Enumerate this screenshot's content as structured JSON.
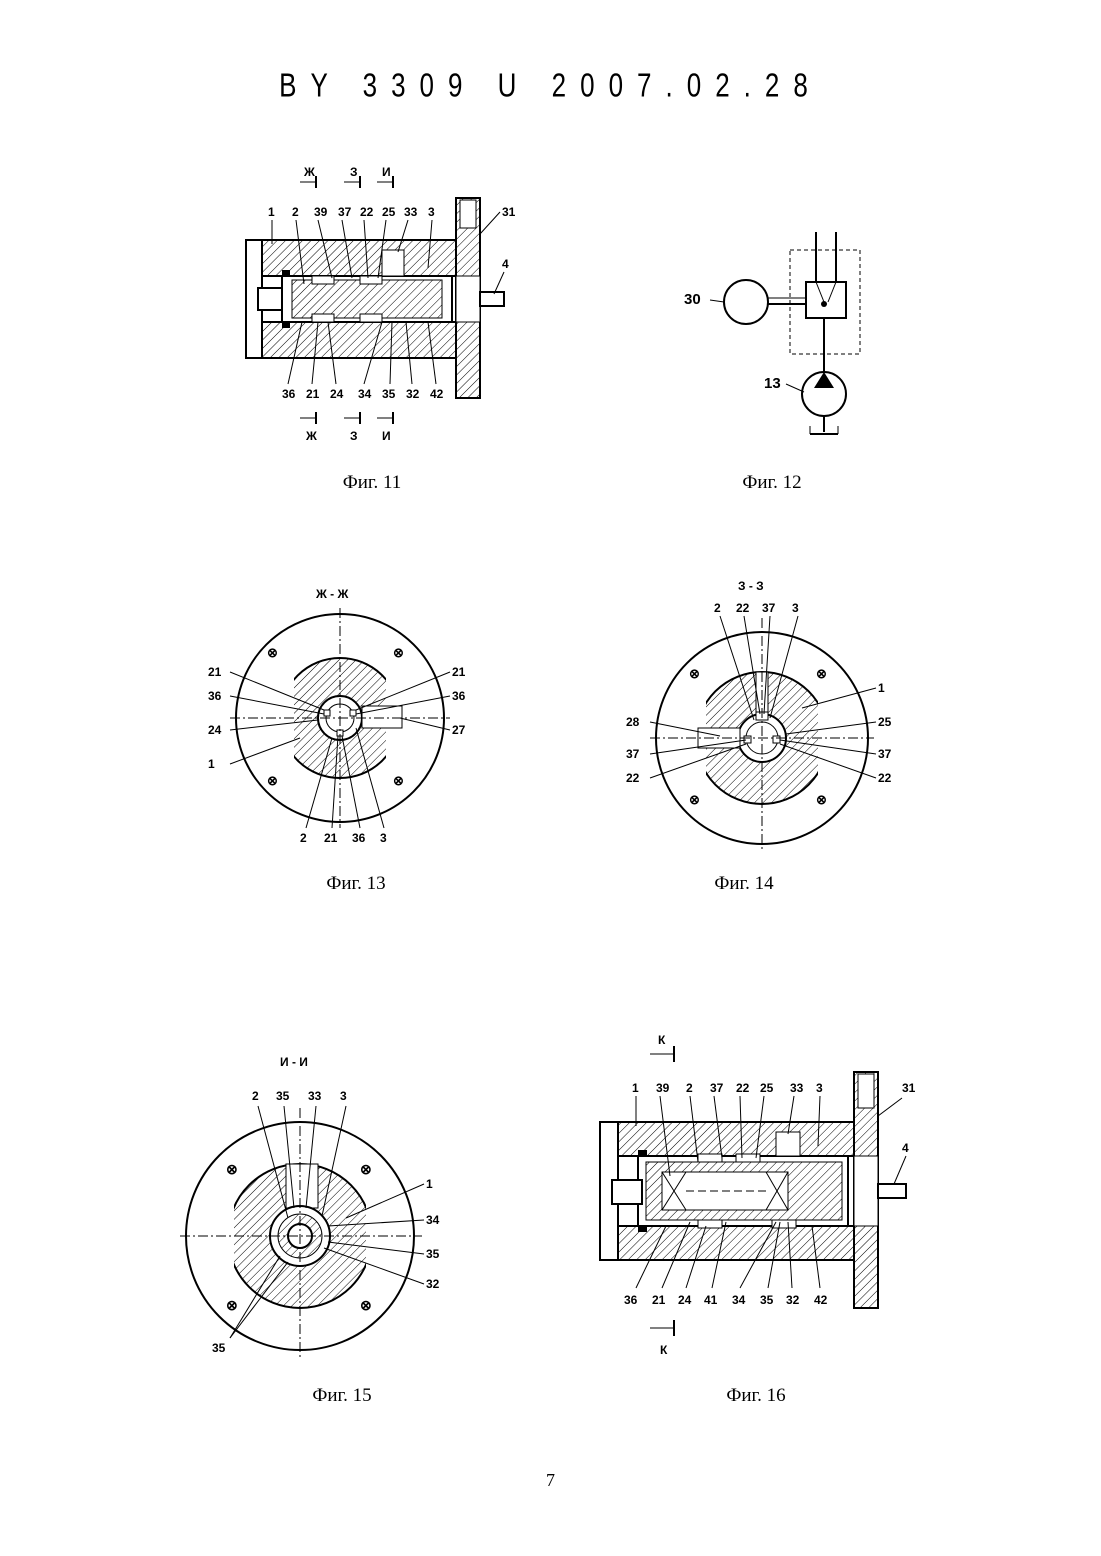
{
  "header": {
    "text": "BY 3309 U 2007.02.28"
  },
  "page_number": "7",
  "figures": {
    "fig11": {
      "caption": "Фиг. 11",
      "section_marks": [
        "Ж",
        "З",
        "И"
      ],
      "top_labels": [
        "1",
        "2",
        "39",
        "37",
        "22",
        "25",
        "33",
        "3",
        "31",
        "4"
      ],
      "bottom_labels": [
        "36",
        "21",
        "24",
        "34",
        "35",
        "32",
        "42"
      ]
    },
    "fig12": {
      "caption": "Фиг. 12",
      "labels": [
        "30",
        "13"
      ]
    },
    "fig13": {
      "caption": "Фиг. 13",
      "section_title": "Ж - Ж",
      "left_labels": [
        "21",
        "36",
        "24",
        "1"
      ],
      "right_labels": [
        "21",
        "36",
        "27"
      ],
      "bottom_labels": [
        "2",
        "21",
        "36",
        "3"
      ]
    },
    "fig14": {
      "caption": "Фиг. 14",
      "section_title": "З - З",
      "top_labels": [
        "2",
        "22",
        "37",
        "3"
      ],
      "left_labels": [
        "28",
        "37",
        "22"
      ],
      "right_labels": [
        "1",
        "25",
        "37",
        "22"
      ]
    },
    "fig15": {
      "caption": "Фиг. 15",
      "section_title": "И - И",
      "top_labels": [
        "2",
        "35",
        "33",
        "3"
      ],
      "right_labels": [
        "1",
        "34",
        "35",
        "32"
      ],
      "bottom_labels": [
        "35"
      ]
    },
    "fig16": {
      "caption": "Фиг. 16",
      "section_marks": [
        "К",
        "К"
      ],
      "top_labels": [
        "1",
        "39",
        "2",
        "37",
        "22",
        "25",
        "33",
        "3",
        "31",
        "4"
      ],
      "bottom_labels": [
        "36",
        "21",
        "24",
        "41",
        "34",
        "35",
        "32",
        "42"
      ]
    }
  }
}
